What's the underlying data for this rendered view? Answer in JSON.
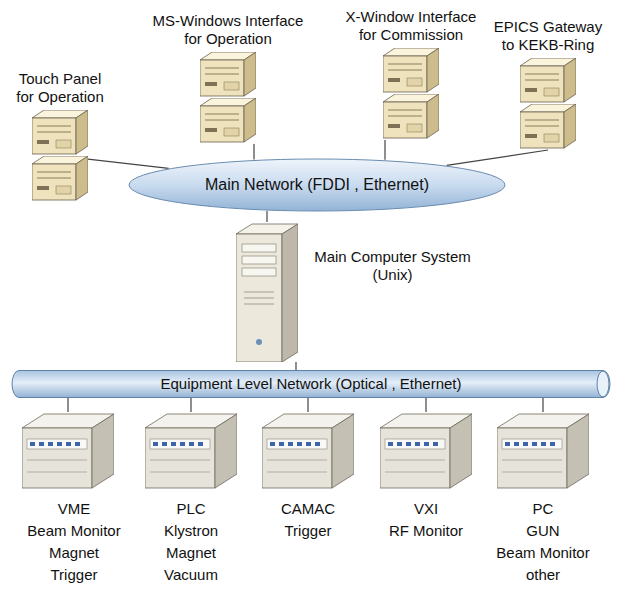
{
  "diagram": {
    "nodes": [
      {
        "text": [
          "Touch Panel for Operation"
        ]
      },
      {
        "text": [
          "MS-Windows Interface for Operation"
        ]
      },
      {
        "text": [
          "X-Window Interface for Commission"
        ]
      },
      {
        "text": [
          "EPICS Gateway to KEKB-Ring"
        ]
      },
      {
        "text": [
          "Main Network (FDDI , Ethernet)"
        ]
      },
      {
        "text": [
          "Main Computer System (Unix)"
        ]
      },
      {
        "text": [
          "Equipment Level Network (Optical , Ethernet)"
        ]
      },
      {
        "text": [
          "VME",
          "Beam Monitor",
          "Magnet",
          "Trigger"
        ]
      },
      {
        "text": [
          "PLC",
          "Klystron",
          "Magnet",
          "Vacuum"
        ]
      },
      {
        "text": [
          "CAMAC",
          "Trigger"
        ]
      },
      {
        "text": [
          "VXI",
          "RF Monitor"
        ]
      },
      {
        "text": [
          "PC",
          "GUN",
          "Beam Monitor",
          "other"
        ]
      }
    ],
    "edges": [
      {
        "from": 0,
        "to": 4,
        "arrow": "none"
      },
      {
        "from": 1,
        "to": 4,
        "arrow": "none"
      },
      {
        "from": 2,
        "to": 4,
        "arrow": "none"
      },
      {
        "from": 3,
        "to": 4,
        "arrow": "none"
      },
      {
        "from": 4,
        "to": 5,
        "arrow": "none"
      },
      {
        "from": 5,
        "to": 6,
        "arrow": "none"
      },
      {
        "from": 6,
        "to": 7,
        "arrow": "none"
      },
      {
        "from": 6,
        "to": 8,
        "arrow": "none"
      },
      {
        "from": 6,
        "to": 9,
        "arrow": "none"
      },
      {
        "from": 6,
        "to": 10,
        "arrow": "none"
      },
      {
        "from": 6,
        "to": 11,
        "arrow": "none"
      }
    ]
  }
}
